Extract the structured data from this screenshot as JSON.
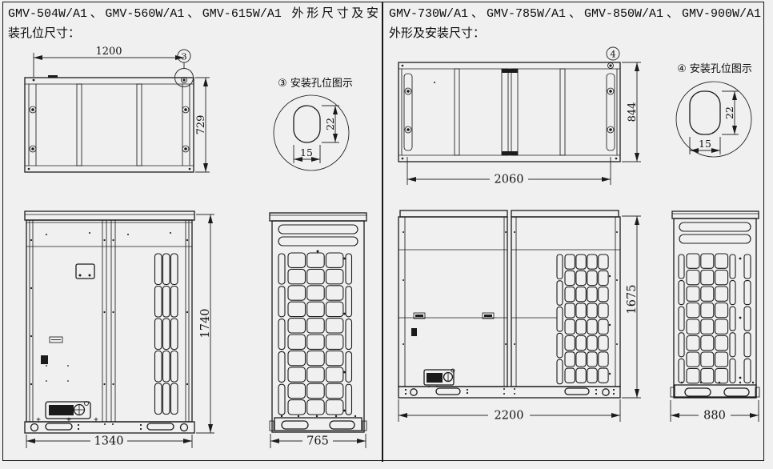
{
  "page": {
    "bg": "#f0f0f1",
    "border_color": "#161616",
    "line_color": "#1b1b1b"
  },
  "left_panel": {
    "title_line1": "GMV-504W/A1、GMV-560W/A1、GMV-615W/A1 外形尺寸及安",
    "title_line2": "装孔位尺寸：",
    "top_view": {
      "width_mm": "1200",
      "depth_mm": "729",
      "callout_num": "3"
    },
    "hole_detail": {
      "label": "③ 安装孔位图示",
      "hole_height_mm": "22",
      "hole_width_mm": "15"
    },
    "front_view": {
      "height_mm": "1740",
      "width_mm": "1340"
    },
    "side_view": {
      "depth_mm": "765"
    }
  },
  "right_panel": {
    "title_line1": "GMV-730W/A1、GMV-785W/A1、GMV-850W/A1、GMV-900W/A1",
    "title_line2": "外形及安装尺寸：",
    "top_view": {
      "width_mm": "2060",
      "depth_mm": "844",
      "callout_num": "4"
    },
    "hole_detail": {
      "label": "④ 安装孔位图示",
      "hole_height_mm": "22",
      "hole_width_mm": "15"
    },
    "front_view": {
      "height_mm": "1675",
      "width_mm": "2200"
    },
    "side_view": {
      "depth_mm": "880"
    }
  }
}
